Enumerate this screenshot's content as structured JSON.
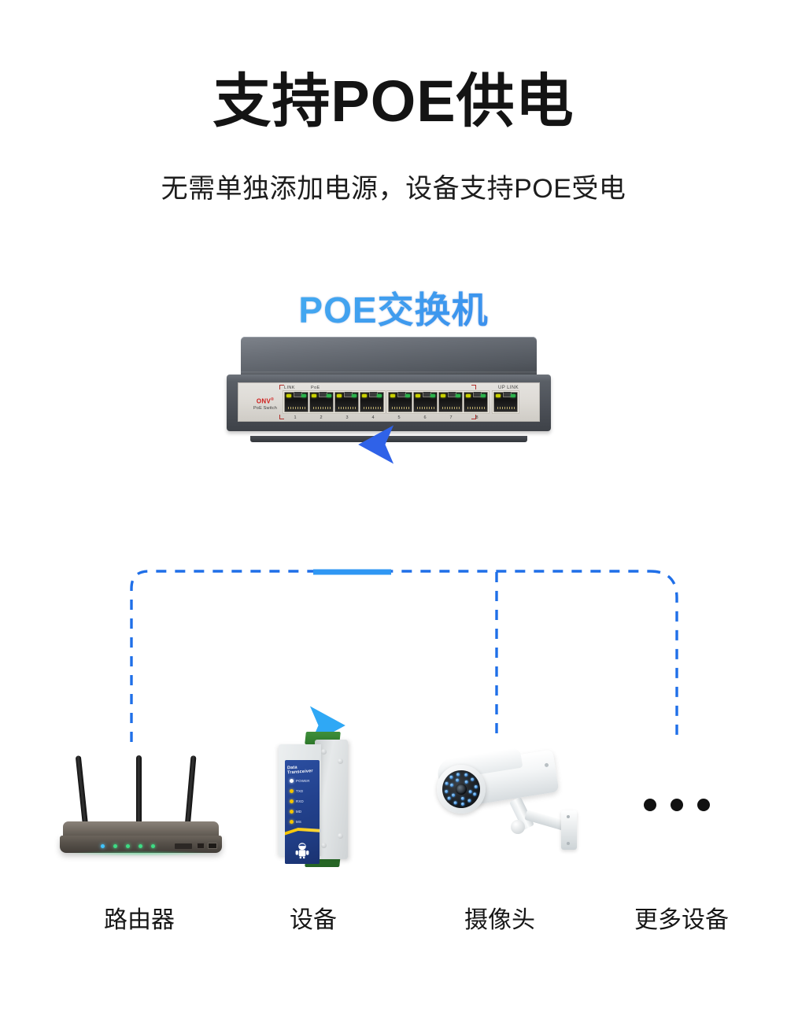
{
  "header": {
    "title": "支持POE供电",
    "subtitle": "无需单独添加电源，设备支持POE受电"
  },
  "diagram": {
    "switch_caption": "POE交换机",
    "accent_blue": "#1f7df0",
    "dashed_blue": "#1f6fe8",
    "switch": {
      "brand": "ONV",
      "brand_mark": "®",
      "brand_sub": "PoE Switch",
      "label_link": "LINK",
      "label_poe": "PoE",
      "label_uplink": "UP LINK",
      "label_power": "P",
      "port_numbers": [
        "1",
        "2",
        "3",
        "4",
        "5",
        "6",
        "7",
        "8"
      ]
    },
    "device": {
      "title": "Data Transceiver",
      "leds": [
        "POWER",
        "TXD",
        "RXD",
        "MD",
        "MS"
      ]
    }
  },
  "captions": {
    "router": "路由器",
    "device": "设备",
    "camera": "摄像头",
    "more": "更多设备"
  }
}
